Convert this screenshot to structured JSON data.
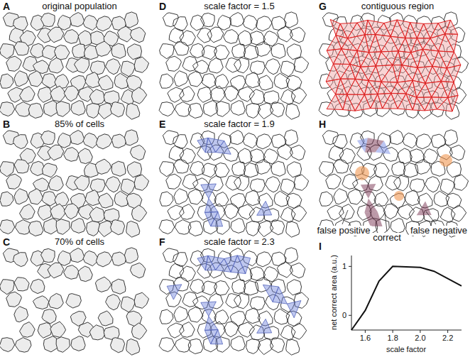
{
  "diagram": {
    "labels": [
      "A",
      "original population",
      "B",
      "85% of cells",
      "C",
      "70% of cells",
      "D",
      "scale factor = 1.5",
      "E",
      "scale factor = 1.9",
      "F",
      "scale factor = 2.3",
      "G",
      "contiguous region",
      "H",
      "false positive",
      "correct",
      "false negative",
      "I",
      "net correct area (a.u.)",
      "scale factor",
      "1",
      "0",
      "1.6",
      "1.8",
      "2.0",
      "2.2"
    ]
  }
}
